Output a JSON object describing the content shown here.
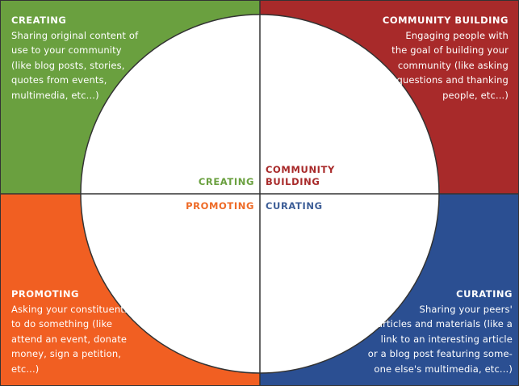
{
  "colors": {
    "creating": "#6aa03f",
    "community_building": "#a82a2a",
    "promoting": "#f15f22",
    "curating": "#2b4f92",
    "circle_fill": "#ffffff",
    "line": "#333333"
  },
  "quadrants": {
    "creating": {
      "title": "CREATING",
      "description": "Sharing original content of\nuse to your community\n(like blog posts, stories,\nquotes from events,\nmultimedia, etc...)"
    },
    "community_building": {
      "title": "COMMUNITY BUILDING",
      "description": "Engaging people with\nthe goal of building your\ncommunity (like asking\nquestions and thanking\npeople, etc...)"
    },
    "promoting": {
      "title": "PROMOTING",
      "description": "Asking your constituents\nto do something (like\nattend an event, donate\nmoney, sign a petition,\netc...)"
    },
    "curating": {
      "title": "CURATING",
      "description": "Sharing your peers'\narticles and materials (like a\nlink to an interesting article\nor a blog post featuring some-\none else's multimedia, etc...)"
    }
  },
  "center_labels": {
    "creating": "CREATING",
    "community_building": "COMMUNITY\nBUILDING",
    "promoting": "PROMOTING",
    "curating": "CURATING"
  }
}
